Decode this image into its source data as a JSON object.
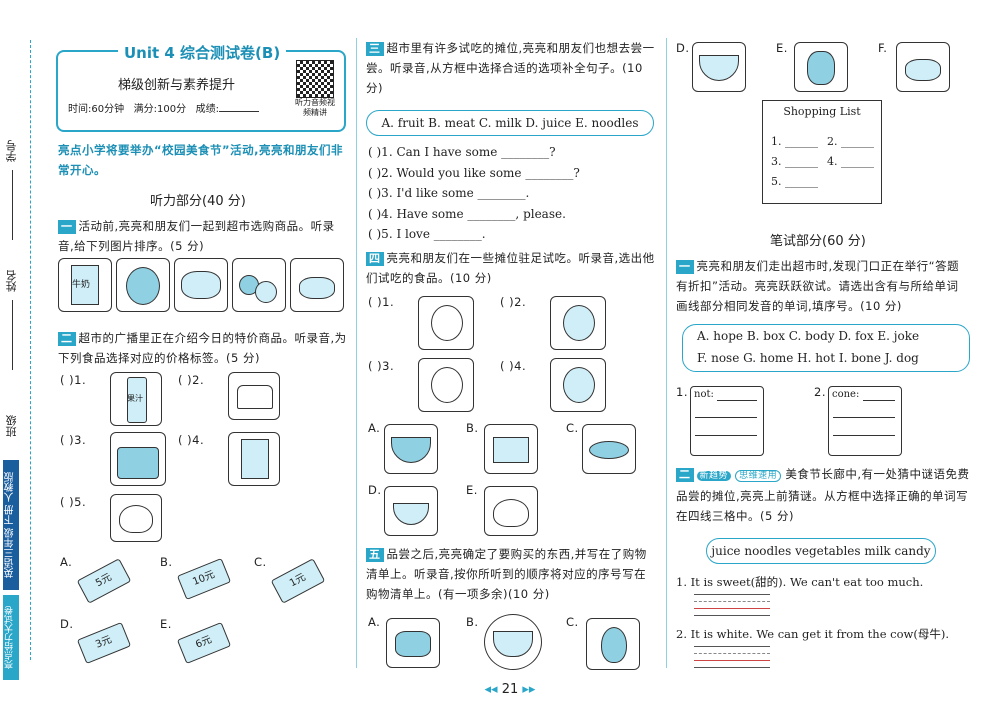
{
  "sidebar": {
    "student_no": "学号",
    "name": "姓名",
    "class": "班级",
    "book_label": "英语三年级 下册 人教版",
    "brand": "亮点给力大试卷"
  },
  "header": {
    "title": "Unit 4 综合测试卷(B)",
    "subtitle": "梯级创新与素养提升",
    "time": "时间:60分钟",
    "score": "满分:100分",
    "result": "成绩:",
    "qr_caption": "听力音频视频精讲"
  },
  "intro": "亮点小学将要举办“校园美食节”活动,亮亮和朋友们非常开心。",
  "listening": {
    "title": "听力部分(40 分)",
    "s1": {
      "num": "一",
      "text": "活动前,亮亮和朋友们一起到超市选购商品。听录音,给下列图片排序。(5 分)",
      "milk_label": "牛奶"
    },
    "s2": {
      "num": "二",
      "text": "超市的广播里正在介绍今日的特价商品。听录音,为下列食品选择对应的价格标签。(5 分)",
      "items": [
        "( )1.",
        "( )2.",
        "( )3.",
        "( )4.",
        "( )5."
      ],
      "juice_label": "果汁",
      "tags": [
        "A.",
        "B.",
        "C.",
        "D.",
        "E."
      ],
      "prices": [
        "5元",
        "10元",
        "1元",
        "3元",
        "6元"
      ]
    },
    "s3": {
      "num": "三",
      "text": "超市里有许多试吃的摊位,亮亮和朋友们也想去尝一尝。听录音,从方框中选择合适的选项补全句子。(10 分)",
      "options": "A. fruit  B. meat  C. milk  D. juice  E. noodles",
      "sentences": [
        "( )1. Can I have some ________?",
        "( )2. Would you like some ________?",
        "( )3. I'd like some ________.",
        "( )4. Have some ________, please.",
        "( )5. I love ________."
      ]
    },
    "s4": {
      "num": "四",
      "text": "亮亮和朋友们在一些摊位驻足试吃。听录音,选出他们试吃的食品。(10 分)",
      "people": [
        "( )1.",
        "( )2.",
        "( )3.",
        "( )4."
      ],
      "foods": [
        "A.",
        "B.",
        "C.",
        "D.",
        "E."
      ]
    },
    "s5": {
      "num": "五",
      "text": "品尝之后,亮亮确定了要购买的东西,并写在了购物清单上。听录音,按你所听到的顺序将对应的序号写在购物清单上。(有一项多余)(10 分)",
      "items": [
        "A.",
        "B.",
        "C.",
        "D.",
        "E.",
        "F."
      ],
      "list_title": "Shopping List",
      "list": [
        "1. ______",
        "2. ______",
        "3. ______",
        "4. ______",
        "5. ______"
      ]
    }
  },
  "writing": {
    "title": "笔试部分(60 分)",
    "w1": {
      "num": "一",
      "text": "亮亮和朋友们走出超市时,发现门口正在举行“答题有折扣”活动。亮亮跃跃欲试。请选出含有与所给单词画线部分相同发音的单词,填序号。(10 分)",
      "options1": "A. hope  B. box  C. body  D. fox  E. joke",
      "options2": "F. nose  G. home  H. hot  I. bone  J. dog",
      "box1": "1.",
      "box1_word": "not:",
      "box2": "2.",
      "box2_word": "cone:"
    },
    "w2": {
      "num": "二",
      "badge1": "新趋势",
      "badge2": "思维速用",
      "text": "美食节长廊中,有一处猜中谜语免费品尝的摊位,亮亮上前猜谜。从方框中选择正确的单词写在四线三格中。(5 分)",
      "words": "juice  noodles  vegetables  milk  candy",
      "q1": "1.  It is sweet(甜的). We can't eat too much.",
      "q2": "2.  It is white. We can get it from the cow(母牛)."
    }
  },
  "page_number": "21"
}
